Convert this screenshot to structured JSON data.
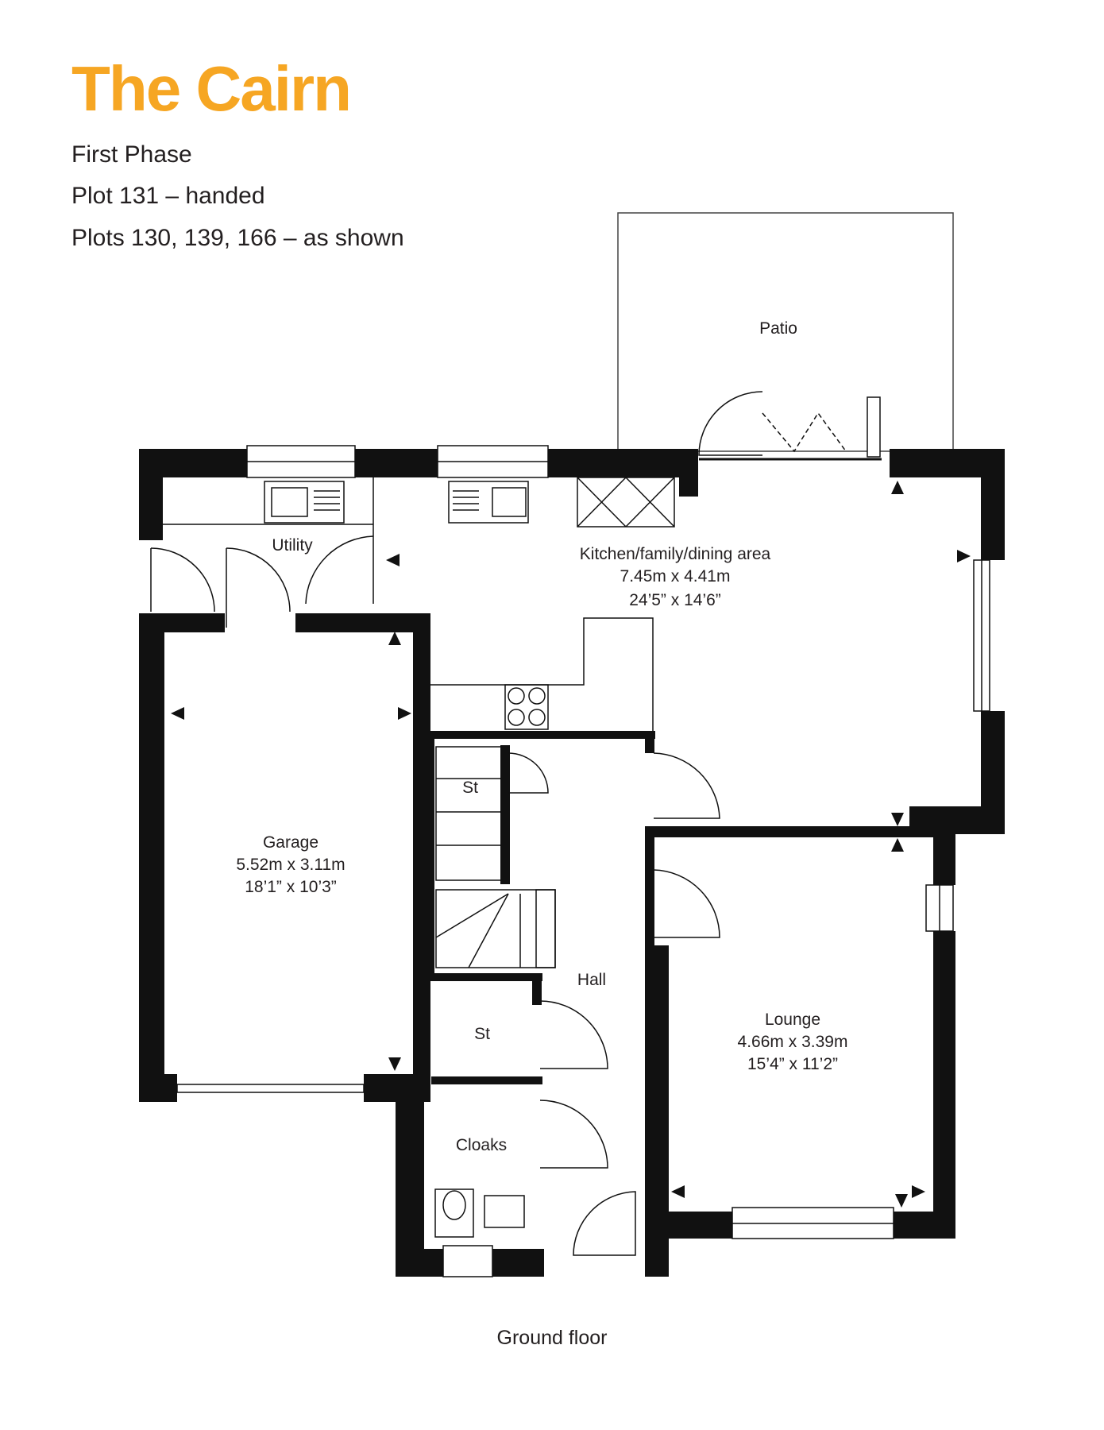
{
  "header": {
    "title": "The Cairn",
    "phase": "First Phase",
    "plot_handed": "Plot 131 – handed",
    "plots_shown": "Plots 130, 139, 166 – as shown"
  },
  "rooms": {
    "patio": {
      "name": "Patio"
    },
    "kitchen": {
      "name": "Kitchen/family/dining area",
      "metric": "7.45m x 4.41m",
      "imperial": "24’5” x 14’6”"
    },
    "utility": {
      "name": "Utility"
    },
    "garage": {
      "name": "Garage",
      "metric": "5.52m x 3.11m",
      "imperial": "18’1” x 10’3”"
    },
    "store_stairs": {
      "name": "St"
    },
    "hall": {
      "name": "Hall"
    },
    "store_hall": {
      "name": "St"
    },
    "cloaks": {
      "name": "Cloaks"
    },
    "lounge": {
      "name": "Lounge",
      "metric": "4.66m x 3.39m",
      "imperial": "15’4” x 11’2”"
    }
  },
  "caption": "Ground floor",
  "colors": {
    "title": "#f6a623",
    "walls": "#111111",
    "text": "#231f20"
  }
}
